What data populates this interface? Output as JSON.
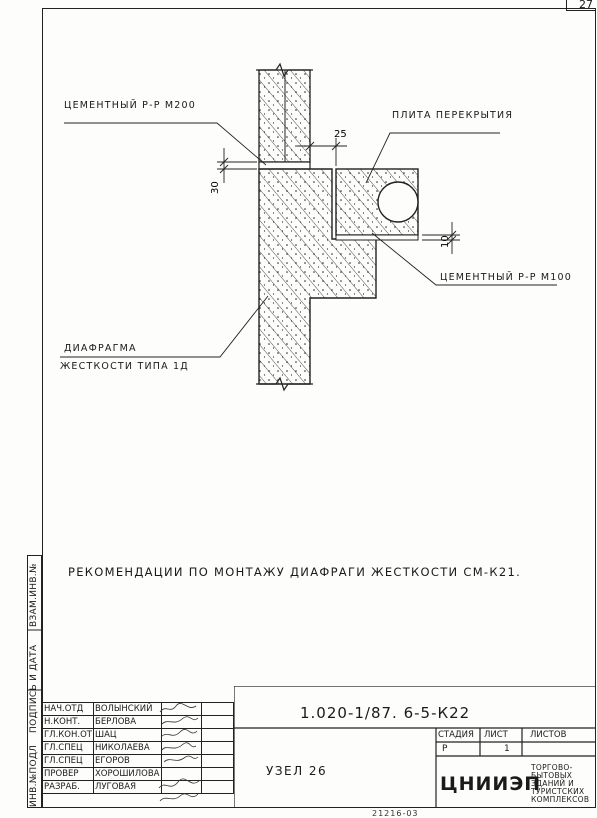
{
  "sheet_corner": "27",
  "labels": {
    "cement_top": "ЦЕМЕНТНЫЙ Р-Р М200",
    "slab": "ПЛИТА ПЕРЕКРЫТИЯ",
    "cement_bottom": "ЦЕМЕНТНЫЙ Р-Р М100",
    "diaphragm_line1": "ДИАФРАГМА",
    "diaphragm_line2": "ЖЕСТКОСТИ ТИПА 1Д",
    "dim_25": "25",
    "dim_30": "30",
    "dim_10": "10"
  },
  "caption": "РЕКОМЕНДАЦИИ ПО МОНТАЖУ ДИАФРАГИ ЖЕСТКОСТИ СМ-К21.",
  "side_strip": [
    "ИНВ.№ПОДЛ",
    "ПОДПИСЬ И ДАТА",
    "ВЗАМ.ИНВ.№"
  ],
  "title_block": {
    "roles": [
      {
        "role": "НАЧ.ОТД",
        "name": "ВОЛЫНСКИЙ"
      },
      {
        "role": "Н.КОНТ.",
        "name": "БЕРЛОВА"
      },
      {
        "role": "ГЛ.КОН.ОТ",
        "name": "ШАЦ"
      },
      {
        "role": "ГЛ.СПЕЦ",
        "name": "НИКОЛАЕВА"
      },
      {
        "role": "ГЛ.СПЕЦ",
        "name": "ЕГОРОВ"
      },
      {
        "role": "ПРОВЕР",
        "name": "ХОРОШИЛОВА"
      },
      {
        "role": "РАЗРАБ.",
        "name": "ЛУГОВАЯ"
      }
    ],
    "doc_code": "1.020-1/87. 6-5-К22",
    "node_title": "УЗЕЛ 26",
    "stage_header": "СТАДИЯ",
    "sheet_header": "ЛИСТ",
    "sheets_header": "ЛИСТОВ",
    "stage_value": "Р",
    "sheet_value": "1",
    "org_logo": "ЦНИИЭП",
    "org_name": [
      "ТОРГОВО-",
      "БЫТОВЫХ",
      "ЗДАНИЙ И",
      "ТУРИСТСКИХ",
      "КОМПЛЕКСОВ"
    ]
  },
  "bottom_note": "21216-03"
}
